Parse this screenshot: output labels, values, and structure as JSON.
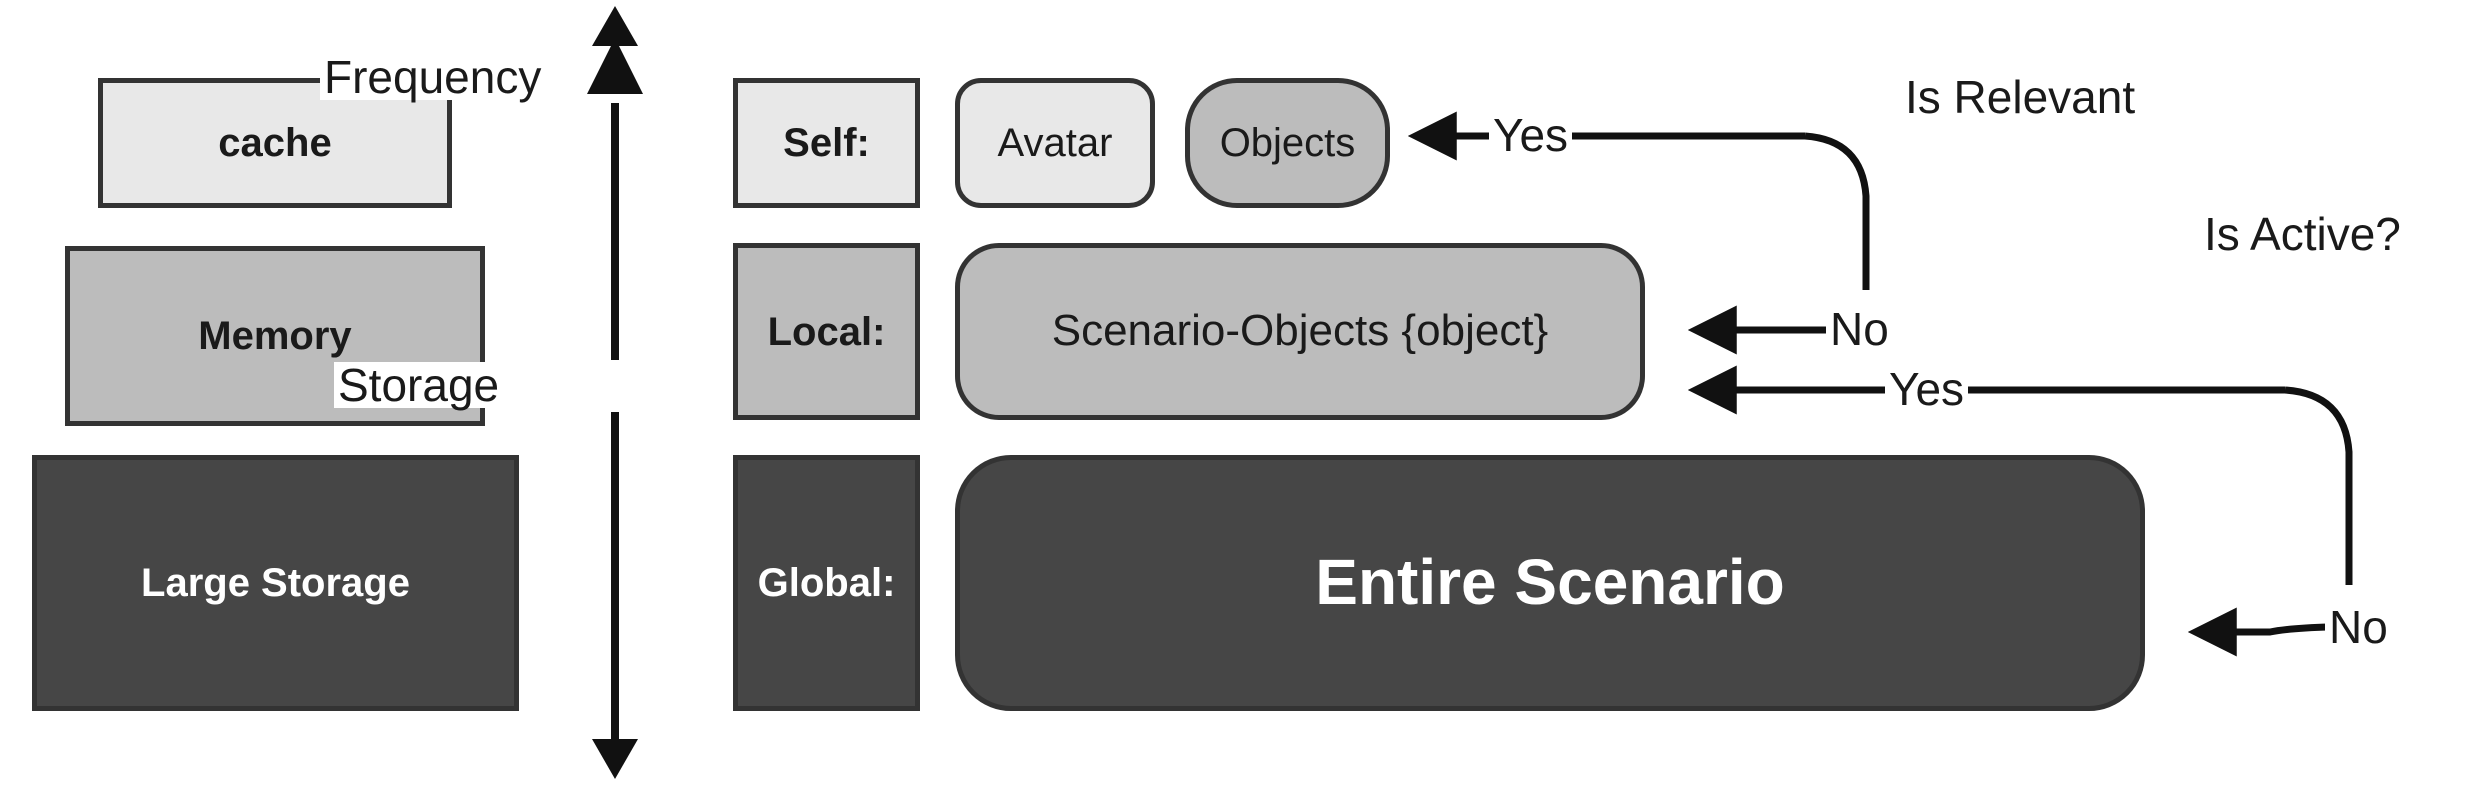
{
  "diagram": {
    "title": "Memory hierarchy and scenario object scoping",
    "colors": {
      "fill_light": "#e8e8e8",
      "fill_mid": "#bcbcbc",
      "fill_dark": "#464646",
      "stroke": "#333333",
      "line": "#111111",
      "text_dark": "#1a1a1a",
      "text_light": "#ffffff",
      "background": "#ffffff"
    }
  },
  "hierarchy": {
    "tiers": [
      {
        "id": "cache",
        "label": "cache",
        "tone": "light"
      },
      {
        "id": "memory",
        "label": "Memory",
        "tone": "mid"
      },
      {
        "id": "large-storage",
        "label": "Large Storage",
        "tone": "dark"
      }
    ]
  },
  "axis": {
    "top_label": "Frequency",
    "bottom_label": "Storage",
    "icon_top": "arrow-up-icon",
    "icon_bottom": "arrow-down-icon"
  },
  "scopes": {
    "rows": [
      {
        "id": "self",
        "label": "Self:",
        "tone": "light",
        "items": [
          {
            "id": "avatar",
            "label": "Avatar",
            "tone": "light",
            "shape": "rounded"
          },
          {
            "id": "objects",
            "label": "Objects",
            "tone": "mid",
            "shape": "pill"
          }
        ]
      },
      {
        "id": "local",
        "label": "Local:",
        "tone": "mid",
        "items": [
          {
            "id": "scenario-objects",
            "label": "Scenario-Objects {object}",
            "tone": "mid",
            "shape": "rounded"
          }
        ]
      },
      {
        "id": "global",
        "label": "Global:",
        "tone": "dark",
        "items": [
          {
            "id": "entire-scenario",
            "label": "Entire Scenario",
            "tone": "dark",
            "shape": "rounded"
          }
        ]
      }
    ]
  },
  "decisions": [
    {
      "id": "is-relevant",
      "question": "Is Relevant",
      "yes_label": "Yes",
      "no_label": "No",
      "yes_target": "objects",
      "no_target": "scenario-objects"
    },
    {
      "id": "is-active",
      "question": "Is Active?",
      "yes_label": "Yes",
      "no_label": "No",
      "yes_target": "scenario-objects",
      "no_target": "entire-scenario"
    }
  ]
}
